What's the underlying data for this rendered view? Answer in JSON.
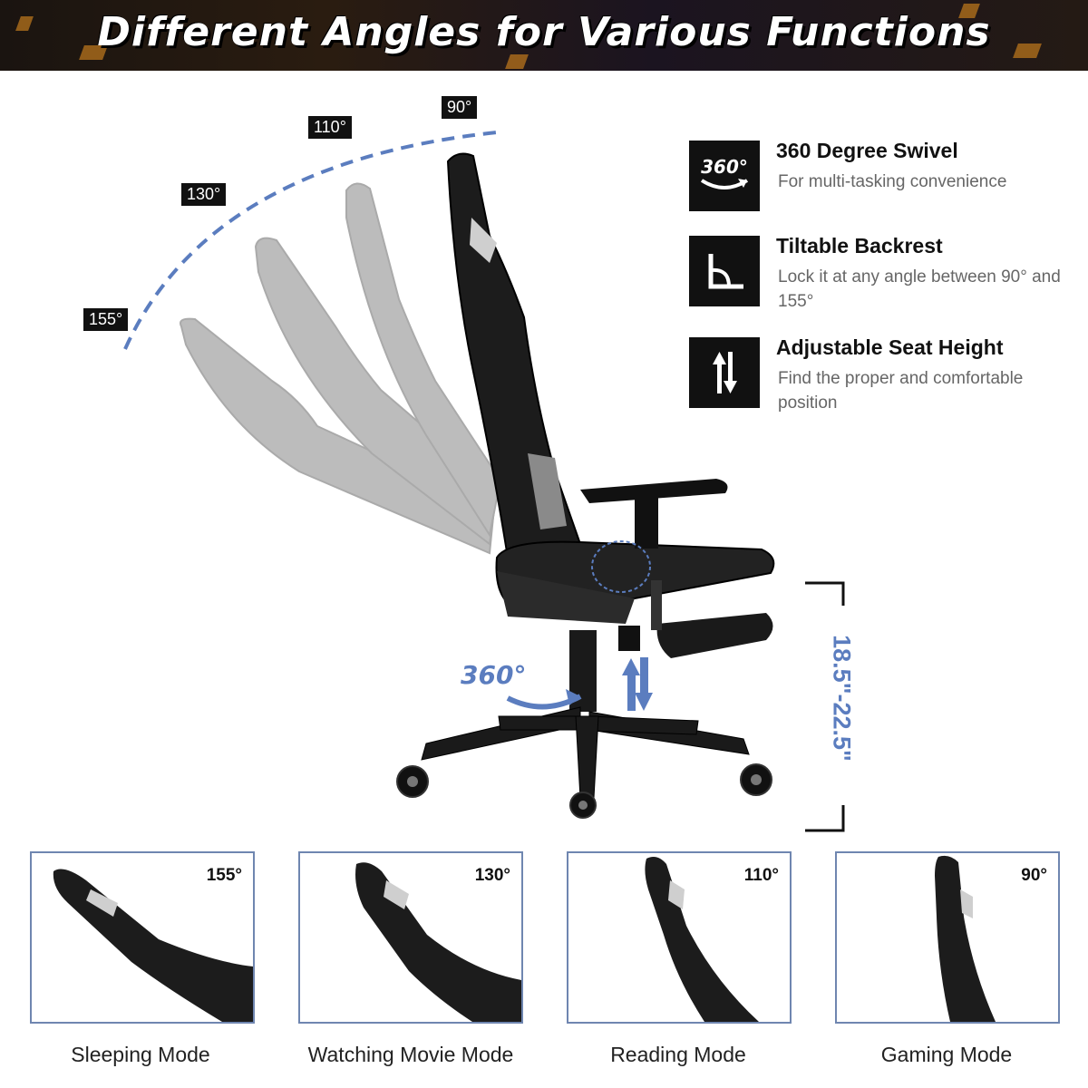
{
  "header": {
    "title": "Different Angles for Various Functions"
  },
  "angles": {
    "a90": "90°",
    "a110": "110°",
    "a130": "130°",
    "a155": "155°"
  },
  "features": [
    {
      "icon": "swivel-360-icon",
      "icon_text": "360°",
      "title": "360 Degree Swivel",
      "desc": "For multi-tasking convenience"
    },
    {
      "icon": "backrest-angle-icon",
      "title": "Tiltable Backrest",
      "desc": "Lock it at any angle between 90° and 155°"
    },
    {
      "icon": "up-down-arrows-icon",
      "title": "Adjustable Seat Height",
      "desc": "Find the proper and comfortable position"
    }
  ],
  "chair": {
    "swivel_label": "360°",
    "height_range": "18.5\"-22.5\""
  },
  "modes": [
    {
      "angle": "155°",
      "label": "Sleeping Mode"
    },
    {
      "angle": "130°",
      "label": "Watching Movie Mode"
    },
    {
      "angle": "110°",
      "label": "Reading Mode"
    },
    {
      "angle": "90°",
      "label": "Gaming Mode"
    }
  ],
  "colors": {
    "accent_blue": "#5b7dbf",
    "dark": "#111111",
    "banner": "#1a1410"
  }
}
